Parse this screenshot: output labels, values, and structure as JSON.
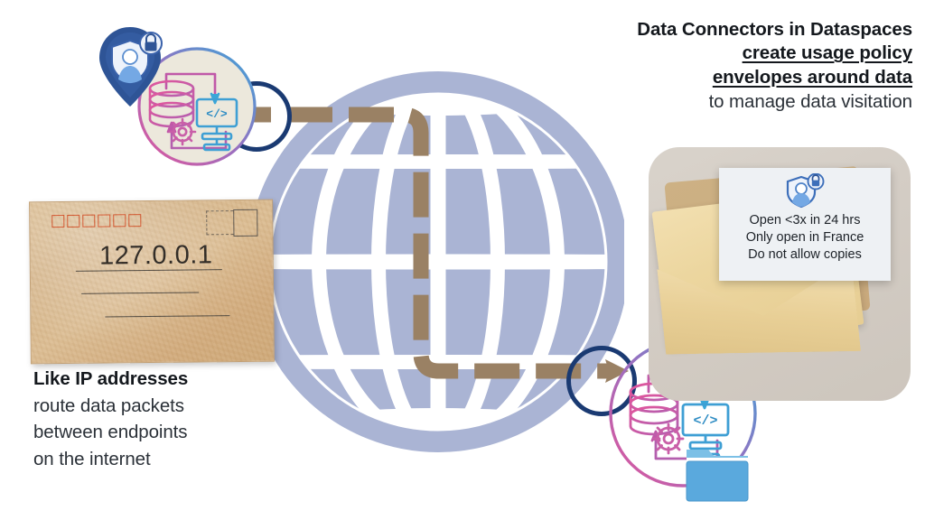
{
  "headline": {
    "line1": "Data Connectors in Dataspaces",
    "line2": "create usage policy",
    "line3": "envelopes around data",
    "line4": "to manage data visitation"
  },
  "caption": {
    "line1": "Like IP addresses",
    "line2": "route data packets",
    "line3": "between endpoints",
    "line4": "on the internet"
  },
  "envelope": {
    "ip_address": "127.0.0.1",
    "postal_box_count": 6,
    "stamp_label": "stamp-area"
  },
  "policy_card": {
    "icon": "shield-person-lock-icon",
    "lines": [
      "Open <3x in 24 hrs",
      "Only open in France",
      "Do not allow copies"
    ]
  },
  "connectors": {
    "top_left": {
      "pin_icon": "map-pin-shield-lock-icon",
      "database_icon": "database-cylinder-icon",
      "code_icon": "code-monitor-icon",
      "gear_icon": "gear-icon"
    },
    "bottom_right": {
      "database_icon": "database-cylinder-icon",
      "code_icon": "code-monitor-icon",
      "gear_icon": "gear-icon",
      "folder_icon": "folder-icon"
    }
  },
  "globe": {
    "label": "globe-wireframe"
  },
  "route": {
    "label": "dashed-data-route"
  },
  "focus_rings": {
    "top": "connector-focus-ring-top",
    "bottom": "connector-focus-ring-bottom"
  },
  "colors": {
    "globe_blue": "#aab4d4",
    "route_brown": "#9a8164",
    "navy_ring": "#1a3a72",
    "pin_navy": "#2a4f8f",
    "accent_pink": "#e2559b",
    "accent_blue": "#3aa6d8",
    "envelope_kraft": "#d4b285",
    "panel_beige": "#d5cec6",
    "card_bg": "#eef1f4",
    "postal_red": "#d4522a",
    "folder_blue": "#5aa9dd",
    "text_dark": "#14181d"
  }
}
